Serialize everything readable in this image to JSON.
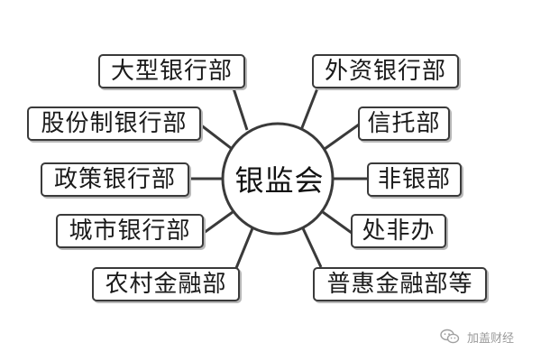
{
  "diagram": {
    "center": {
      "label": "银监会"
    },
    "left_nodes": [
      {
        "label": "大型银行部"
      },
      {
        "label": "股份制银行部"
      },
      {
        "label": "政策银行部"
      },
      {
        "label": "城市银行部"
      },
      {
        "label": "农村金融部"
      }
    ],
    "right_nodes": [
      {
        "label": "外资银行部"
      },
      {
        "label": "信托部"
      },
      {
        "label": "非银部"
      },
      {
        "label": "处非办"
      },
      {
        "label": "普惠金融部等"
      }
    ],
    "line_color": "#3a3a3a",
    "box_border_color": "#3a3a3a"
  },
  "watermark": {
    "text": "加盖财经",
    "icon": "wechat-icon"
  }
}
